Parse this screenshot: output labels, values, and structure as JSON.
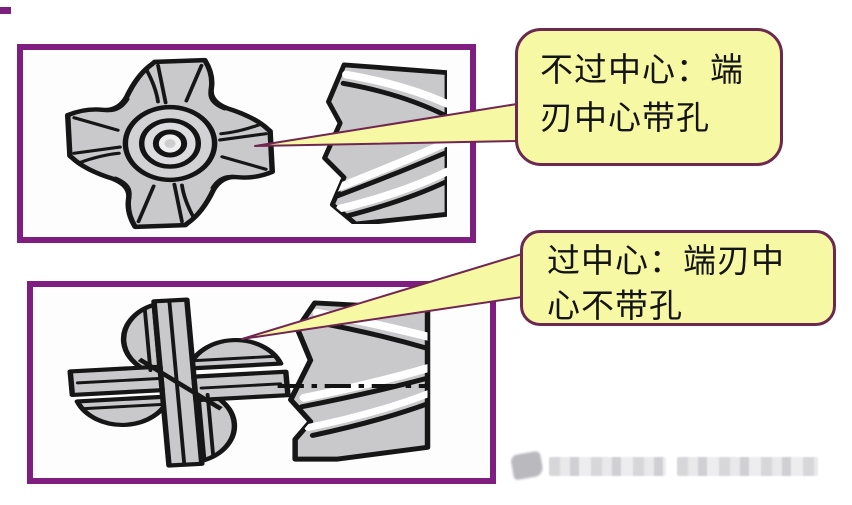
{
  "colors": {
    "frame_border": "#801d80",
    "callout_fill": "#f7f8a3",
    "callout_border": "#6b2950",
    "drawing_fill": "#c9c9cc",
    "drawing_outline": "#161616",
    "watermark_gray": "#d9d9db"
  },
  "callouts": [
    {
      "id": "top",
      "lines": [
        "不过中心：端",
        "刃中心带孔"
      ],
      "full_text": "不过中心：端刃中心带孔"
    },
    {
      "id": "bottom",
      "lines": [
        "过中心：端刃中",
        "心不带孔"
      ],
      "full_text": "过中心：端刃中心不带孔"
    }
  ],
  "figures": [
    {
      "id": "top",
      "drawings": [
        "end-mill-end-view-with-center-hole",
        "end-mill-side-view"
      ]
    },
    {
      "id": "bottom",
      "drawings": [
        "end-mill-end-view-center-cutting",
        "end-mill-side-view-with-centerline"
      ]
    }
  ],
  "watermark": {
    "blurred": true,
    "readable_text": ""
  }
}
